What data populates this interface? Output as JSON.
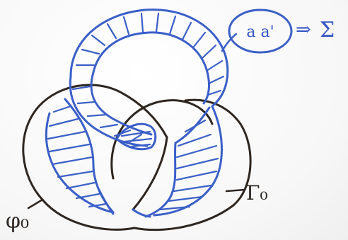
{
  "colors": {
    "blue_marker": "#3a5fc8",
    "dark_marker": "#2e2620",
    "whiteboard": "#fbfbfb"
  },
  "labels": {
    "bubble_text": "a a'",
    "implication": "⇒",
    "sigma": "Σ",
    "phi_label": "φ₀",
    "gamma_label": "Γ₀"
  }
}
